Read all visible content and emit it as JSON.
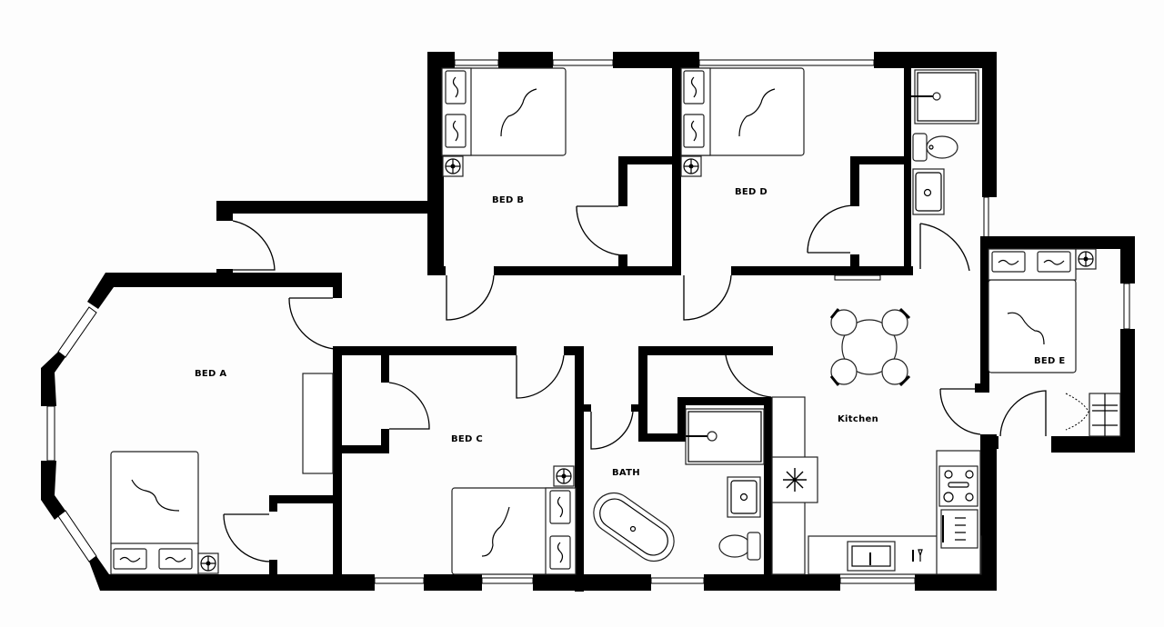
{
  "diagram": {
    "type": "floor-plan",
    "background": "#fdfdfd",
    "wall_color": "#000000"
  },
  "rooms": {
    "bed_a": {
      "label": "BED A"
    },
    "bed_b": {
      "label": "BED B"
    },
    "bed_c": {
      "label": "BED C"
    },
    "bed_d": {
      "label": "BED D"
    },
    "bed_e": {
      "label": "BED E"
    },
    "bath": {
      "label": "BATH"
    },
    "kitchen": {
      "label": "Kitchen"
    }
  },
  "fixtures": [
    "double-bed",
    "nightstand-lamp",
    "wardrobe",
    "bathtub",
    "shower-tray",
    "wash-basin",
    "toilet",
    "dining-table-4-chairs",
    "fridge",
    "cooktop",
    "oven",
    "kitchen-sink",
    "utensils"
  ]
}
